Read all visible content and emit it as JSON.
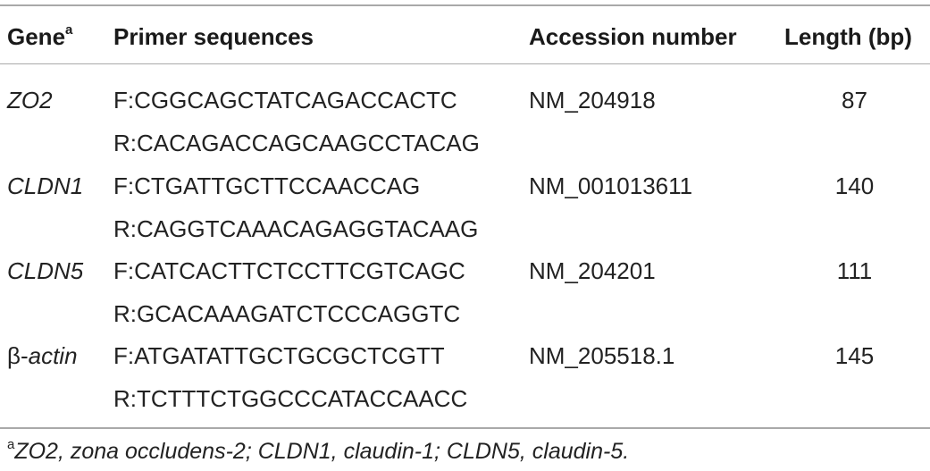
{
  "header": {
    "gene": "Gene",
    "gene_sup": "a",
    "primer": "Primer sequences",
    "accession": "Accession number",
    "length": "Length (bp)"
  },
  "rows": [
    {
      "gene": "ZO2",
      "forward": "F:CGGCAGCTATCAGACCACTC",
      "reverse": "R:CACAGACCAGCAAGCCTACAG",
      "accession": "NM_204918",
      "length": "87"
    },
    {
      "gene": "CLDN1",
      "forward": "F:CTGATTGCTTCCAACCAG",
      "reverse": "R:CAGGTCAAACAGAGGTACAAG",
      "accession": "NM_001013611",
      "length": "140"
    },
    {
      "gene": "CLDN5",
      "forward": "F:CATCACTTCTCCTTCGTCAGC",
      "reverse": "R:GCACAAAGATCTCCCAGGTC",
      "accession": "NM_204201",
      "length": "111"
    },
    {
      "gene_prefix": "β-",
      "gene": "actin",
      "forward": "F:ATGATATTGCTGCGCTCGTT",
      "reverse": "R:TCTTTCTGGCCCATACCAACC",
      "accession": "NM_205518.1",
      "length": "145"
    }
  ],
  "footnote": {
    "marker": "a",
    "text": "ZO2, zona occludens-2; CLDN1, claudin-1; CLDN5, claudin-5."
  }
}
